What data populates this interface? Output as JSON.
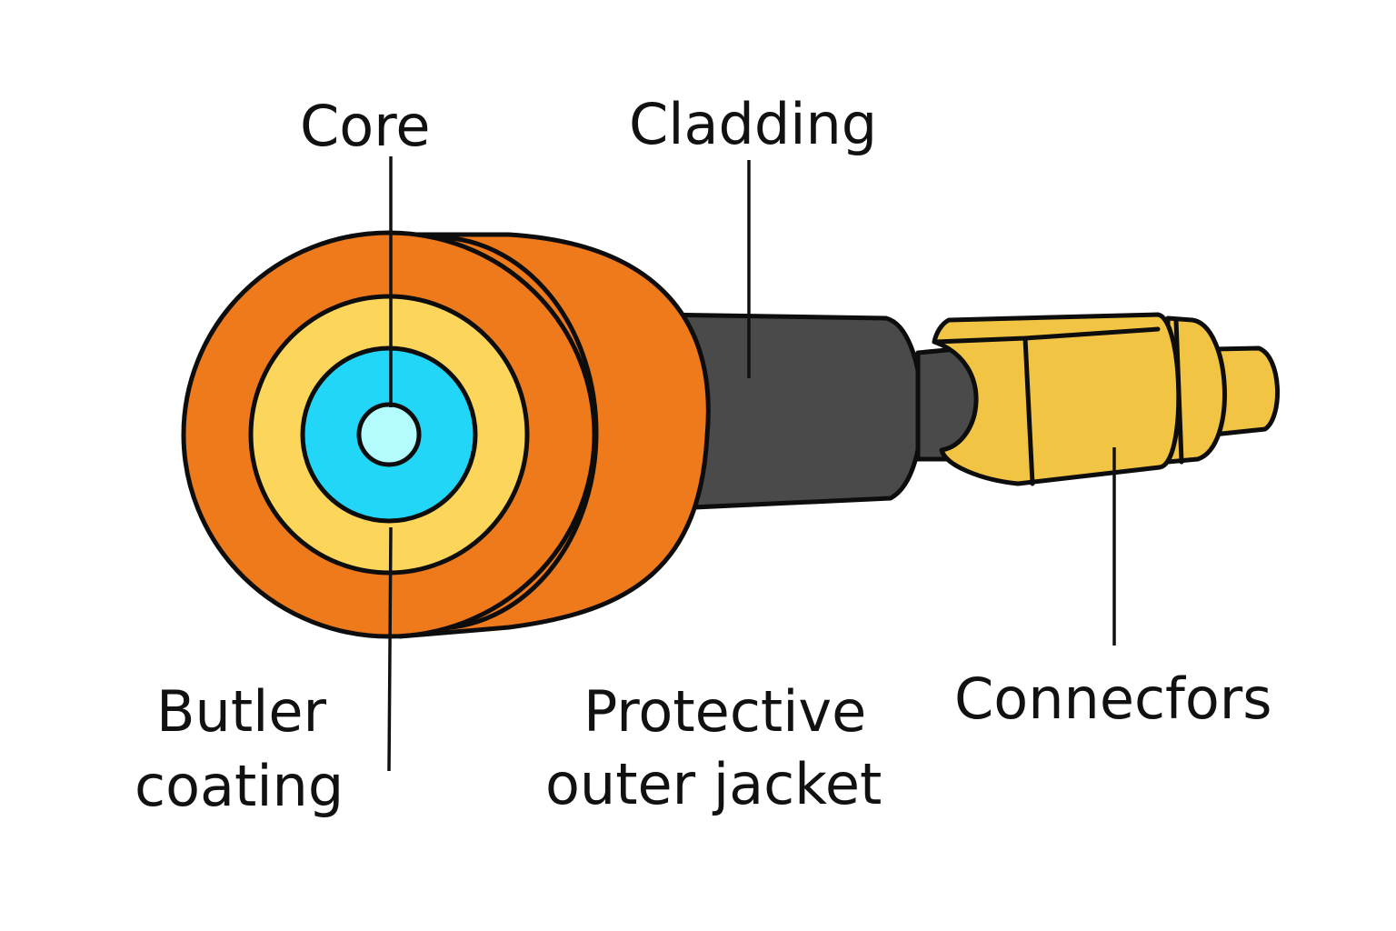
{
  "labels": {
    "core": "Core",
    "cladding": "Cladding",
    "buffer_line1": "Butler",
    "buffer_line2": "coating",
    "jacket_line1": "Protective",
    "jacket_line2": "outer jacket",
    "connectors": "Connecfors"
  },
  "colors": {
    "jacket_orange": "#ee7a1c",
    "buffer_yellow": "#fbd65a",
    "cladding_blue": "#22d6f7",
    "core_light": "#b3fbfd",
    "cable_gray": "#4a4a4a",
    "connector_yellow": "#f2c443",
    "outline": "#0d0d0d"
  }
}
